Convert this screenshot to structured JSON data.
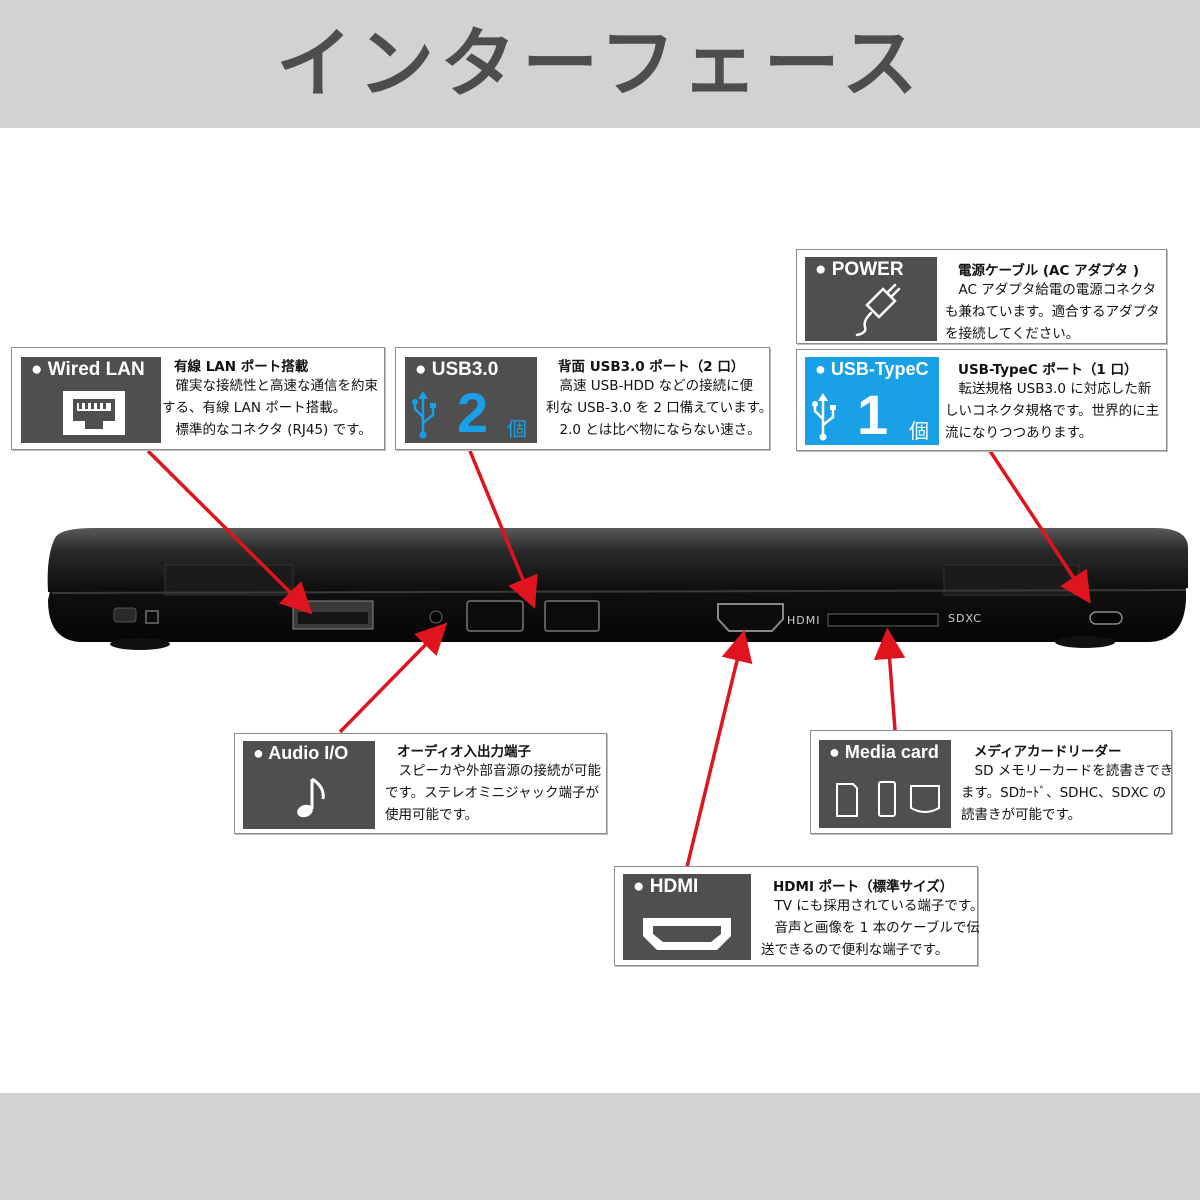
{
  "page": {
    "title": "インターフェース"
  },
  "laptop": {
    "hdmi_label": "HDMI",
    "sdxc_label": "SDXC"
  },
  "cards": {
    "wired_lan": {
      "badge": "● Wired LAN",
      "title": "有線 LAN ポート搭載",
      "lines": [
        "　確実な接続性と高速な通信を約束",
        "する、有線 LAN ポート搭載。",
        "　標準的なコネクタ (RJ45) です。"
      ]
    },
    "usb3": {
      "badge": "● USB3.0",
      "count": "2",
      "unit": "個",
      "title": "背面 USB3.0 ポート（2 口）",
      "lines": [
        "　高速 USB-HDD などの接続に便",
        "利な USB-3.0 を 2 口備えています。",
        "　2.0 とは比べ物にならない速さ。"
      ]
    },
    "power": {
      "badge": "● POWER",
      "title": "電源ケーブル (AC アダプタ )",
      "lines": [
        "　AC アダプタ給電の電源コネクタ",
        "も兼ねています。適合するアダプタ",
        "を接続してください。"
      ]
    },
    "usb_typec": {
      "badge": "● USB-TypeC",
      "count": "1",
      "unit": "個",
      "title": "USB-TypeC ポート（1 口）",
      "lines": [
        "　転送規格 USB3.0 に対応した新",
        "しいコネクタ規格です。世界的に主",
        "流になりつつあります。"
      ]
    },
    "audio": {
      "badge": "● Audio I/O",
      "title": "オーディオ入出力端子",
      "lines": [
        "　スピーカや外部音源の接続が可能",
        "です。ステレオミニジャック端子が",
        "使用可能です。"
      ]
    },
    "media": {
      "badge": "● Media card",
      "title": "メディアカードリーダー",
      "lines": [
        "　SD メモリーカードを読書きでき",
        "ます。SDｶｰﾄﾞ、SDHC、SDXC の",
        "読書きが可能です。"
      ]
    },
    "hdmi": {
      "badge": "● HDMI",
      "title": "HDMI ポート（標準サイズ）",
      "lines": [
        "　TV にも採用されている端子です。",
        "　音声と画像を 1 本のケーブルで伝",
        "送できるので便利な端子です。"
      ]
    }
  },
  "colors": {
    "badge_gray": "#4f4f4f",
    "badge_blue": "#1aa0e6",
    "arrow_red": "#e0141e",
    "band_gray": "#d2d2d2"
  },
  "icons": [
    "ethernet-port-icon",
    "usb-icon",
    "power-plug-icon",
    "music-note-icon",
    "sd-card-icon",
    "hdmi-port-icon"
  ]
}
